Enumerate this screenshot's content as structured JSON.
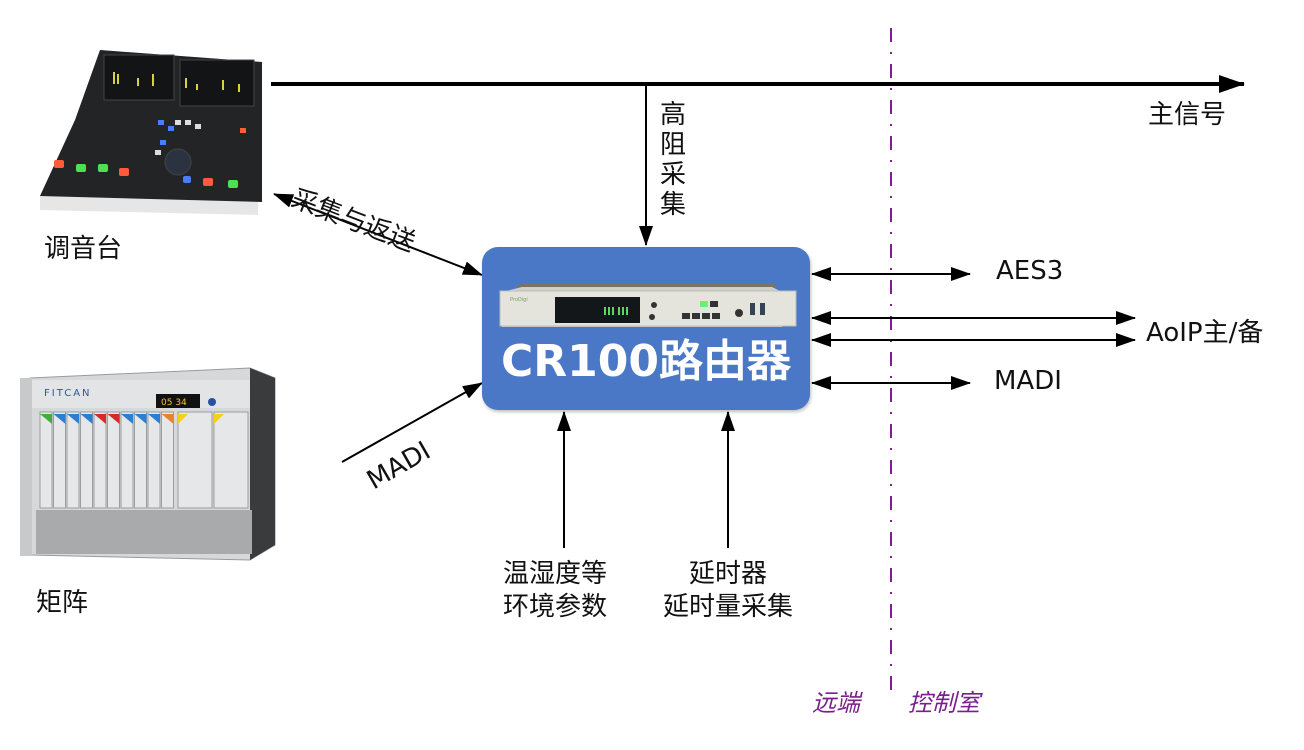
{
  "colors": {
    "router_fill": "#4a78c6",
    "divider": "#7b1f8e",
    "arrow": "#000000",
    "zone_text": "#7b1f8e"
  },
  "devices": {
    "console": {
      "label": "调音台",
      "image": "broadcast-mixing-console-photo"
    },
    "matrix": {
      "label": "矩阵",
      "image": "fitcan-rack-matrix-photo",
      "brand": "FITCAN",
      "display": "05 34"
    },
    "router": {
      "label": "CR100路由器",
      "image": "1u-rack-router-photo",
      "brand": "ProDigi"
    }
  },
  "links": {
    "main_signal": "主信号",
    "high_impedance_tap": [
      "高",
      "阻",
      "采",
      "集"
    ],
    "console_link": "采集与返送",
    "matrix_link": "MADI",
    "env_sensor": [
      "温湿度等",
      "环境参数"
    ],
    "delay_unit": [
      "延时器",
      "延时量采集"
    ],
    "aes3": "AES3",
    "aoip": "AoIP主/备",
    "madi_out": "MADI"
  },
  "zones": {
    "remote": "远端",
    "control_room": "控制室"
  }
}
